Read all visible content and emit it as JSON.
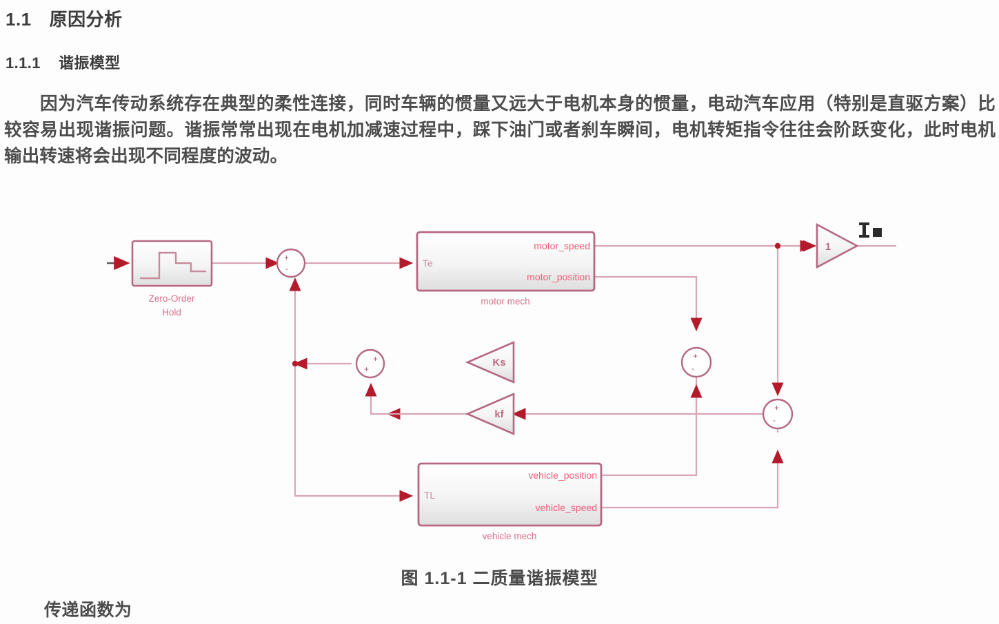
{
  "document": {
    "heading1": {
      "number": "1.1",
      "text": "原因分析"
    },
    "heading2": {
      "number": "1.1.1",
      "text": "谐振模型"
    },
    "paragraph": "因为汽车传动系统存在典型的柔性连接，同时车辆的惯量又远大于电机本身的惯量，电动汽车应用（特别是直驱方案）比较容易出现谐振问题。谐振常常出现在电机加减速过程中，踩下油门或者刹车瞬间，电机转矩指令往往会阶跃变化，此时电机输出转速将会出现不同程度的波动。",
    "figure_caption": {
      "prefix": "图",
      "number": "1.1-1",
      "text": "二质量谐振模型"
    },
    "footer_line": "传递函数为"
  },
  "diagram": {
    "title": "二质量谐振模型",
    "colors": {
      "wire": "#d9a6b4",
      "block_border": "#b5687f",
      "arrow": "#b31b2c",
      "label_pink": "#ef5c79",
      "sublabel": "#d7708a",
      "block_fill_top": "#ffffff",
      "block_fill_bottom": "#e3e3e3"
    },
    "blocks": {
      "zoh": {
        "label_line1": "Zero-Order",
        "label_line2": "Hold",
        "icon": "staircase-step-icon"
      },
      "motor_mech": {
        "name": "motor mech",
        "input": "Te",
        "outputs": [
          "motor_speed",
          "motor_position"
        ]
      },
      "vehicle_mech": {
        "name": "vehicle mech",
        "input": "TL",
        "outputs": [
          "vehicle_position",
          "vehicle_speed"
        ]
      }
    },
    "gains": [
      {
        "id": "ks",
        "label": "Ks",
        "direction": "left"
      },
      {
        "id": "kf",
        "label": "kf",
        "direction": "left"
      },
      {
        "id": "unity",
        "label": "1",
        "direction": "right"
      }
    ],
    "sums": [
      {
        "id": "sum-torque",
        "signs": [
          "+",
          "-"
        ]
      },
      {
        "id": "sum-load",
        "signs": [
          "+",
          "+"
        ]
      },
      {
        "id": "sum-position",
        "signs": [
          "+",
          "-"
        ]
      },
      {
        "id": "sum-speed",
        "signs": [
          "+",
          "-"
        ]
      }
    ],
    "scope_marker": "signal-probe-icon"
  }
}
